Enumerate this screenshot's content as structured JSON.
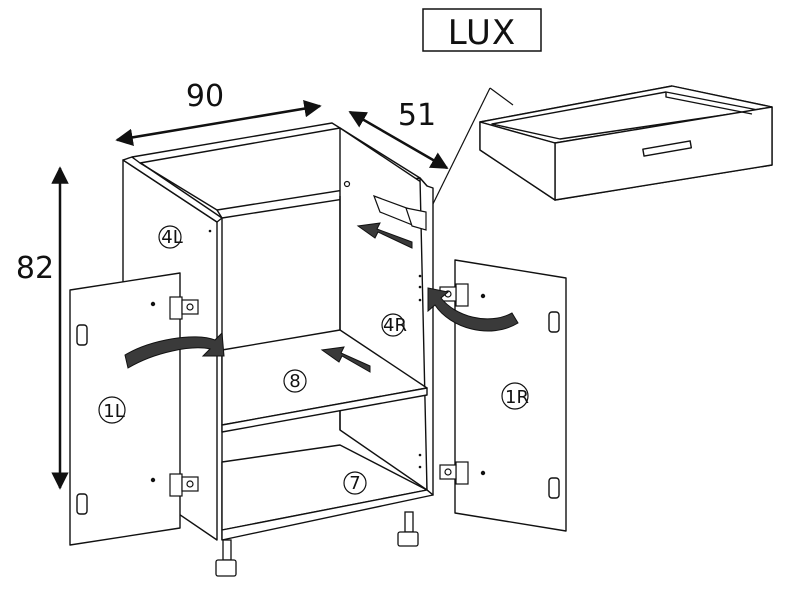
{
  "title": "LUX",
  "dimensions": {
    "width": "90",
    "depth": "51",
    "height": "82"
  },
  "parts": {
    "left_side": "4L",
    "right_side": "4R",
    "left_door": "1L",
    "right_door": "1R",
    "shelf": "8",
    "bottom": "7"
  },
  "colors": {
    "stroke": "#111111",
    "panel_fill": "#ffffff",
    "arrow_fill": "#3a3a3a"
  }
}
